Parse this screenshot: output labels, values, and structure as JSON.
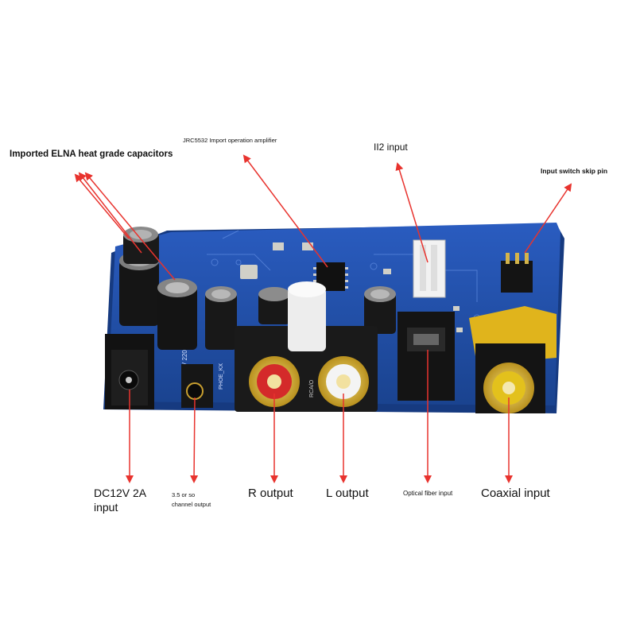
{
  "labels": {
    "capacitors": "Imported ELNA heat grade capacitors",
    "opamp": "JRC5532 Import operation amplifier",
    "ii2": "II2 input",
    "switch_pin": "Input switch skip pin",
    "dc_line1": "DC12V 2A",
    "dc_line2": "input",
    "phone_line1": "3.5 or so",
    "phone_line2": "channel output",
    "r_output": "R output",
    "l_output": "L output",
    "optical": "Optical fiber input",
    "coaxial": "Coaxial input"
  },
  "board_marks": {
    "cap_mark": "16V 220",
    "phone_mark": "PHOE_KX",
    "rca_mark": "RCA/O"
  },
  "colors": {
    "arrow": "#e8332e",
    "pcb": "#1f4fa8",
    "rca_red": "#d42a2a",
    "rca_white": "#f4f4f4",
    "rca_yellow": "#e3c11c"
  }
}
